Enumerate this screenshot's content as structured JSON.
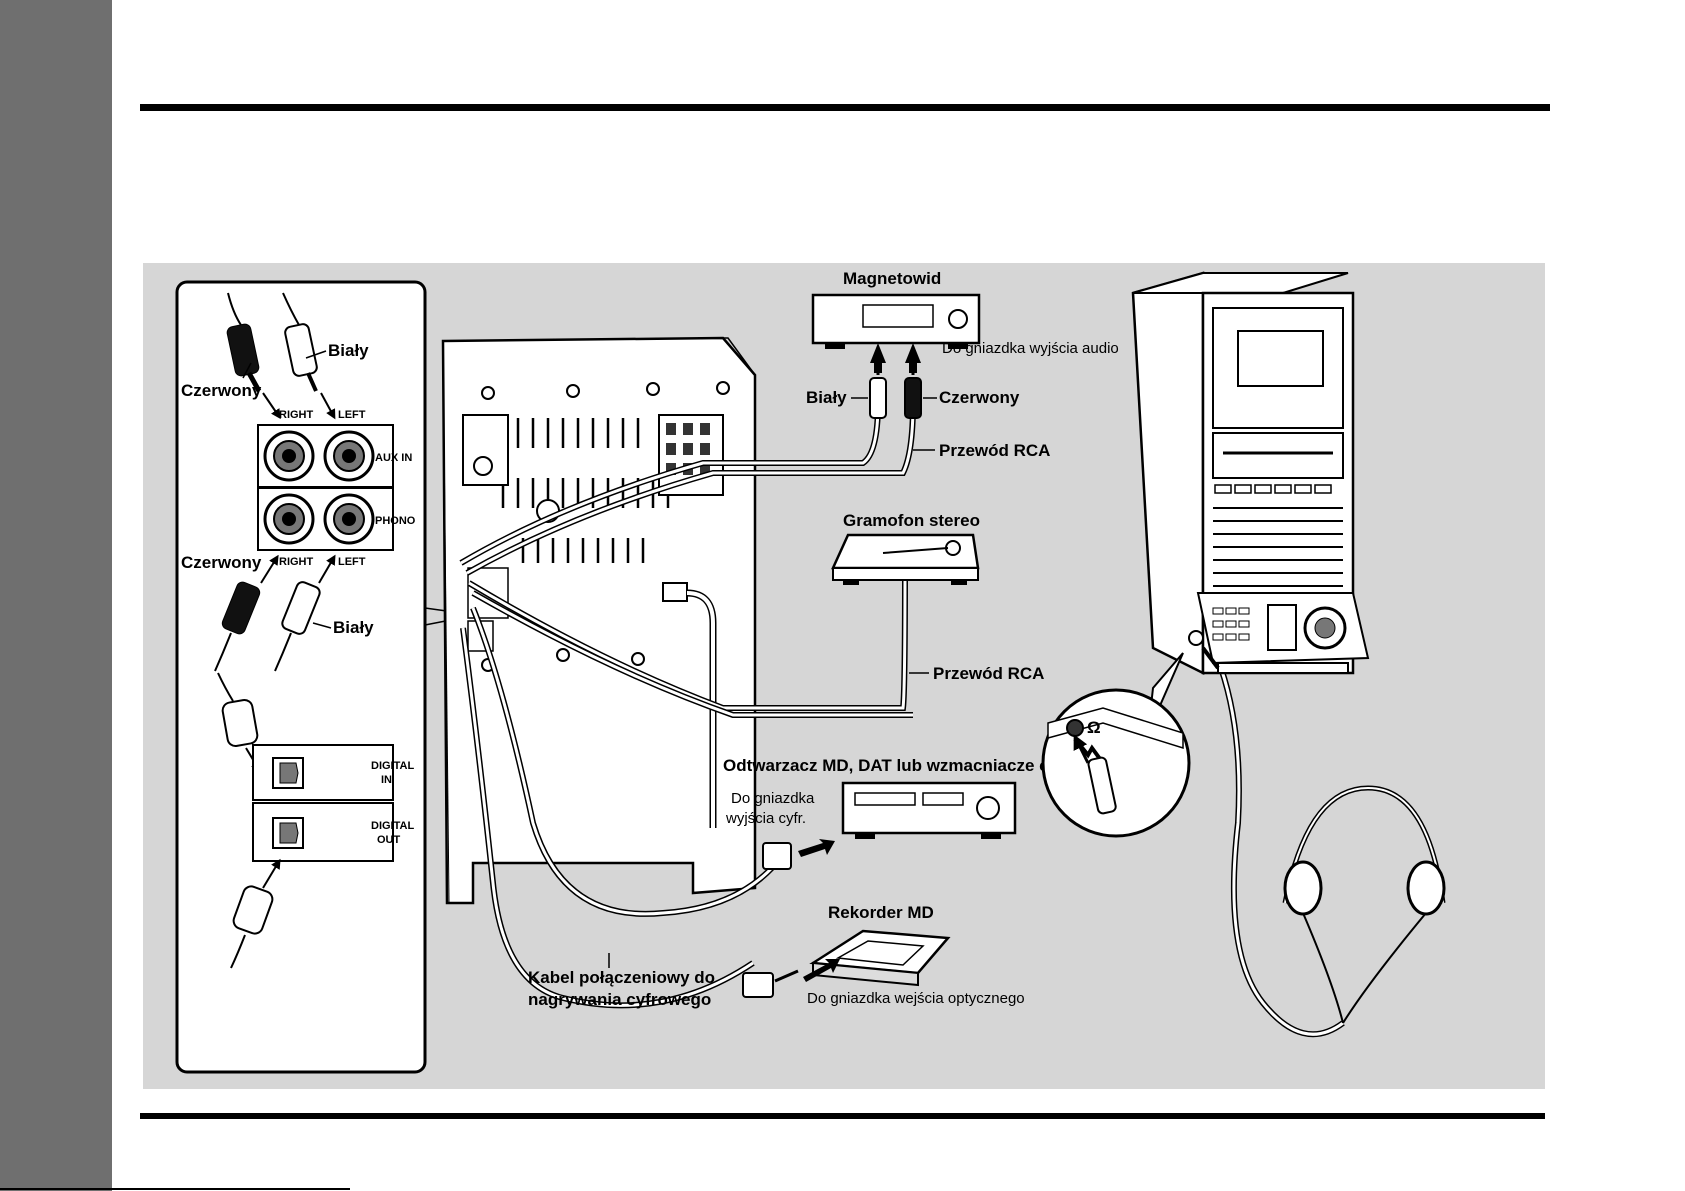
{
  "labels": {
    "magnetowid": "Magnetowid",
    "do_gniazdka_audio": "Do gniazdka wyjścia audio",
    "bialy": "Biały",
    "czerwony": "Czerwony",
    "przewod_rca": "Przewód RCA",
    "gramofon": "Gramofon stereo",
    "odtwarzacz": "Odtwarzacz MD, DAT lub wzmacniacze cyfr.",
    "do_gniazdka_cyfr_1": "Do gniazdka",
    "do_gniazdka_cyfr_2": "wyjścia cyfr.",
    "rekorder": "Rekorder MD",
    "kabel_1": "Kabel połączeniowy do",
    "kabel_2": "nagrywania cyfrowego",
    "do_gniazdka_optycznego": "Do gniazdka wejścia optycznego",
    "panel_right": "RIGHT",
    "panel_left": "LEFT",
    "aux_in": "AUX IN",
    "phono": "PHONO",
    "digital": "DIGITAL",
    "in": "IN",
    "out": "OUT"
  }
}
